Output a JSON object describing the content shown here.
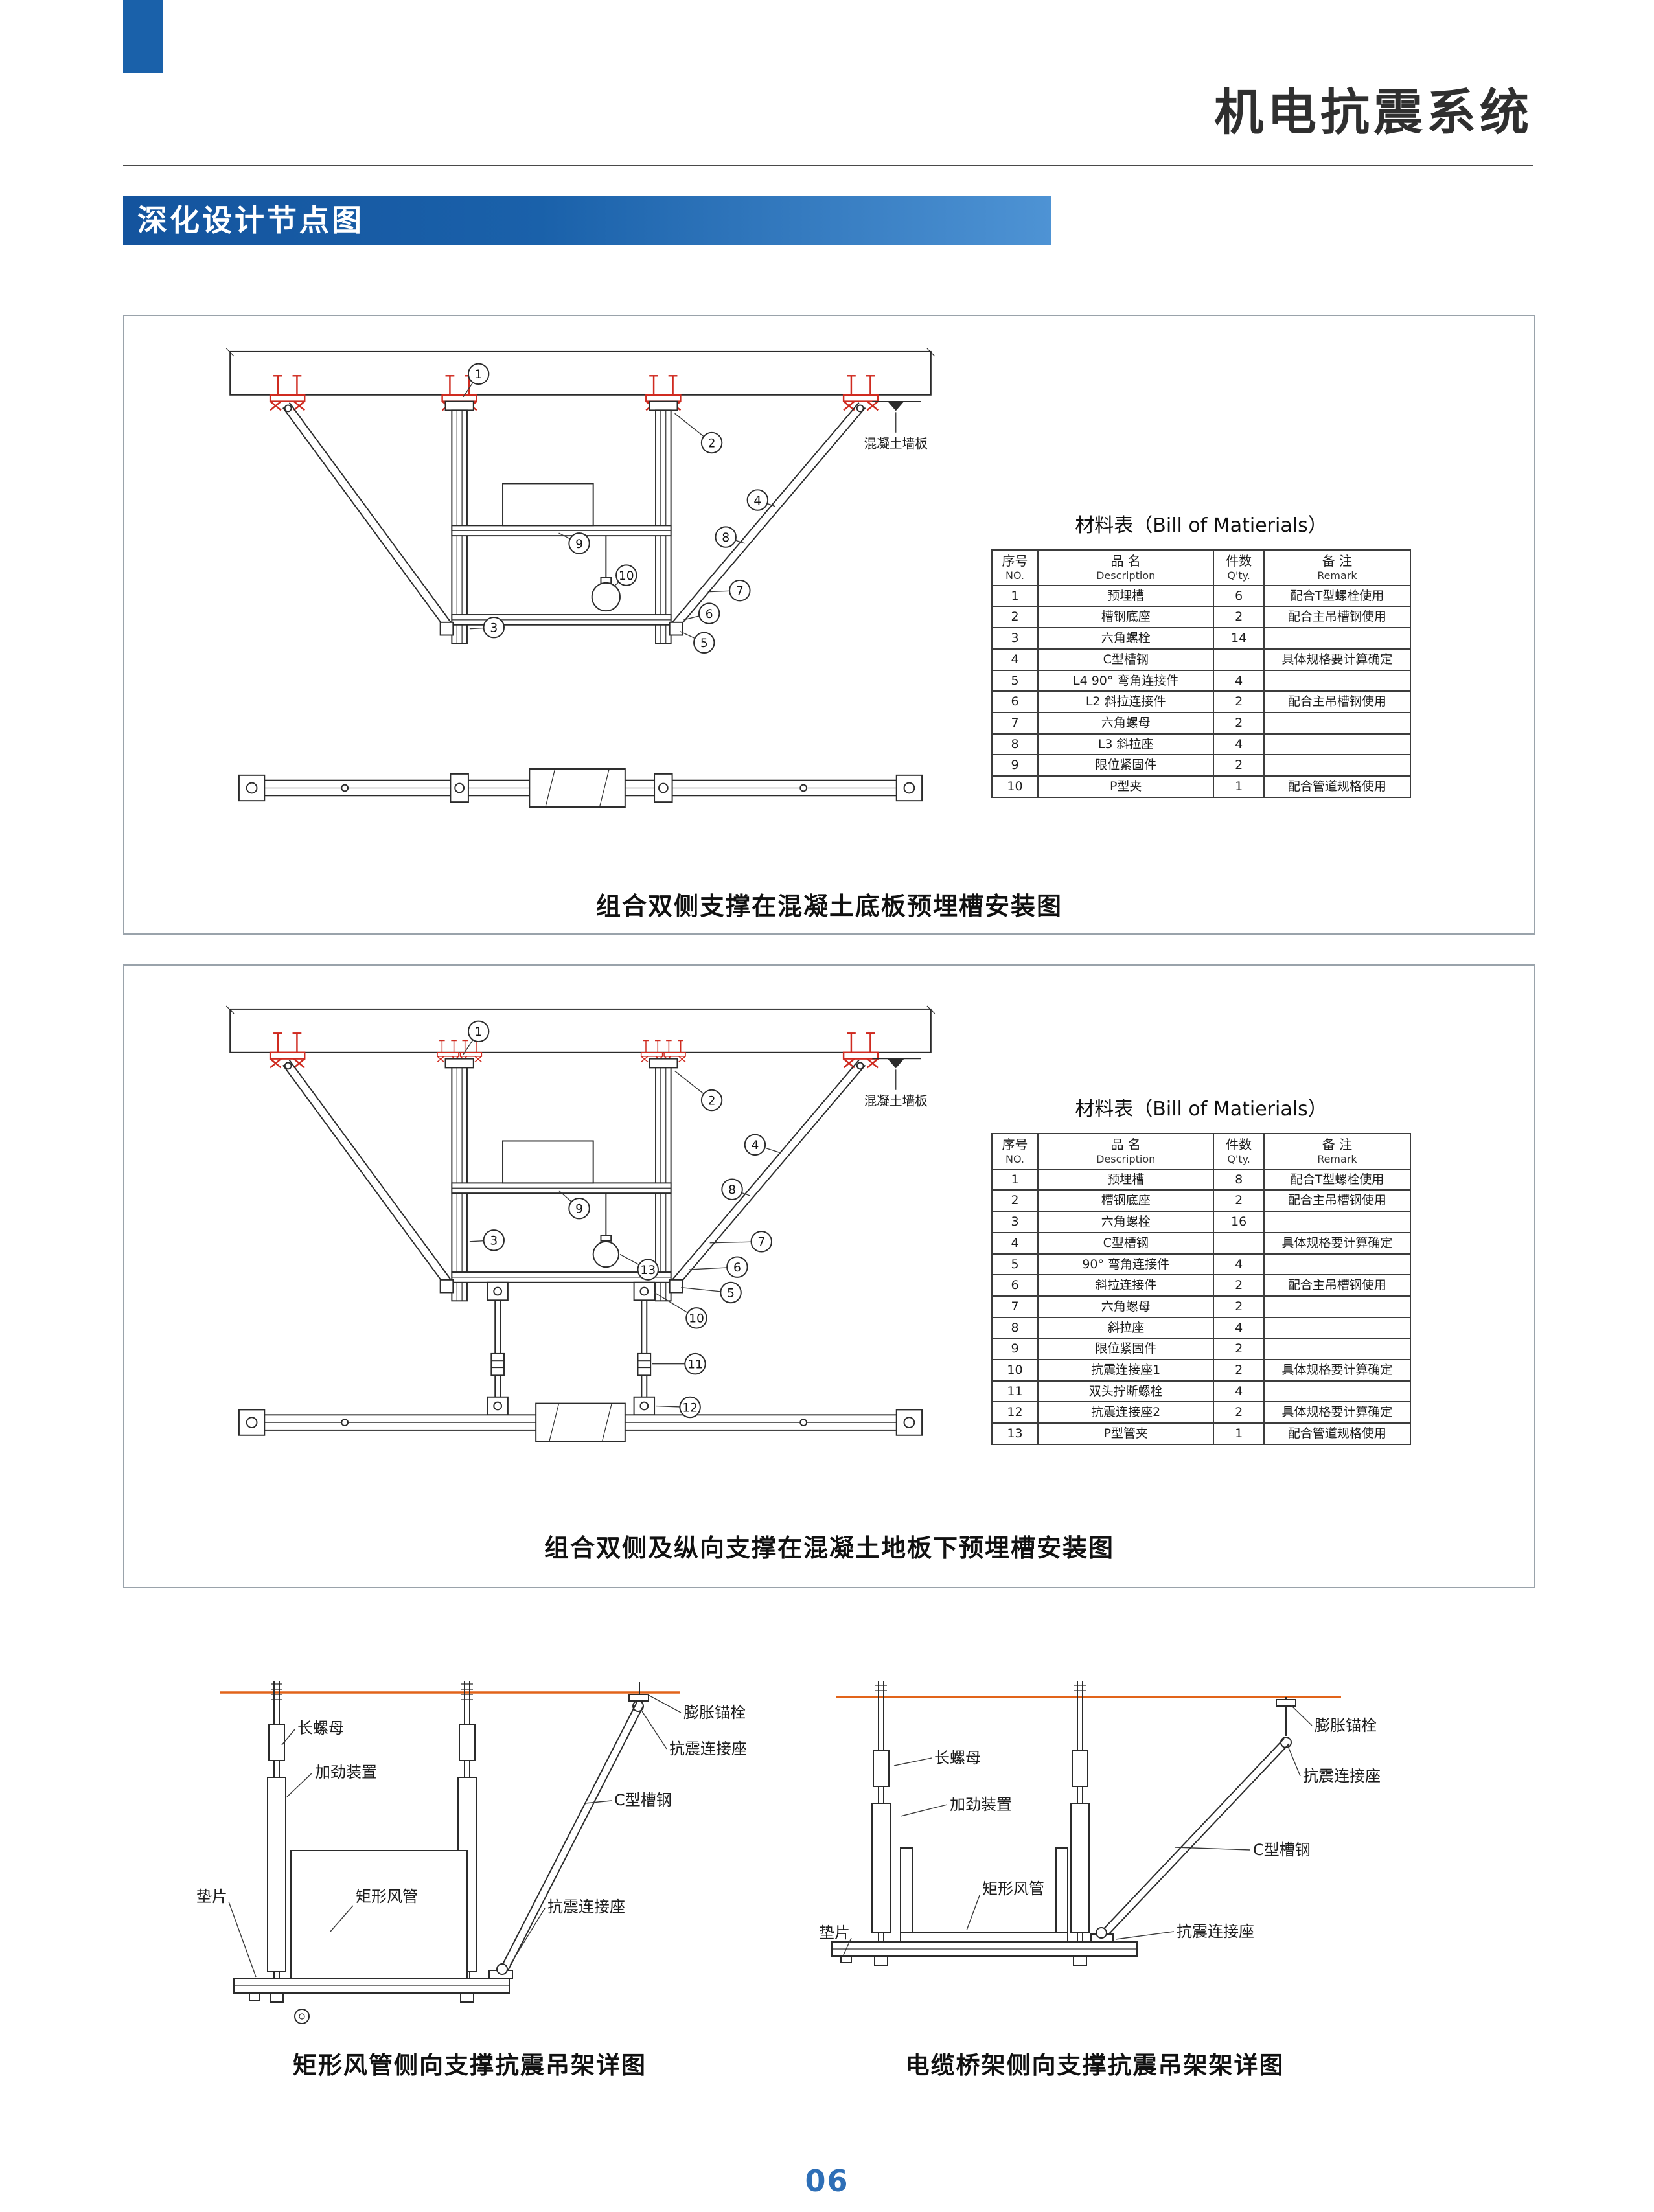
{
  "header": {
    "title": "机电抗震系统",
    "section_title": "深化设计节点图",
    "accent_color": "#1a61aa"
  },
  "bom_headers": {
    "col1_zh": "序号",
    "col1_en": "NO.",
    "col2_zh": "品 名",
    "col2_en": "Description",
    "col3_zh": "件数",
    "col3_en": "Q'ty.",
    "col4_zh": "备 注",
    "col4_en": "Remark"
  },
  "panel1": {
    "bom_title": "材料表（Bill of Matierials）",
    "rows": [
      [
        "1",
        "预埋槽",
        "6",
        "配合T型螺栓使用"
      ],
      [
        "2",
        "槽钢底座",
        "2",
        "配合主吊槽钢使用"
      ],
      [
        "3",
        "六角螺栓",
        "14",
        ""
      ],
      [
        "4",
        "C型槽钢",
        "",
        "具体规格要计算确定"
      ],
      [
        "5",
        "L4 90° 弯角连接件",
        "4",
        ""
      ],
      [
        "6",
        "L2 斜拉连接件",
        "2",
        "配合主吊槽钢使用"
      ],
      [
        "7",
        "六角螺母",
        "2",
        ""
      ],
      [
        "8",
        "L3 斜拉座",
        "4",
        ""
      ],
      [
        "9",
        "限位紧固件",
        "2",
        ""
      ],
      [
        "10",
        "P型夹",
        "1",
        "配合管道规格使用"
      ]
    ],
    "caption": "组合双侧支撑在混凝土底板预埋槽安装图",
    "slab_label": "混凝土墙板",
    "callouts": [
      "1",
      "2",
      "3",
      "4",
      "5",
      "6",
      "7",
      "8",
      "9",
      "10"
    ]
  },
  "panel2": {
    "bom_title": "材料表（Bill of Matierials）",
    "rows": [
      [
        "1",
        "预埋槽",
        "8",
        "配合T型螺栓使用"
      ],
      [
        "2",
        "槽钢底座",
        "2",
        "配合主吊槽钢使用"
      ],
      [
        "3",
        "六角螺栓",
        "16",
        ""
      ],
      [
        "4",
        "C型槽钢",
        "",
        "具体规格要计算确定"
      ],
      [
        "5",
        "90° 弯角连接件",
        "4",
        ""
      ],
      [
        "6",
        "斜拉连接件",
        "2",
        "配合主吊槽钢使用"
      ],
      [
        "7",
        "六角螺母",
        "2",
        ""
      ],
      [
        "8",
        "斜拉座",
        "4",
        ""
      ],
      [
        "9",
        "限位紧固件",
        "2",
        ""
      ],
      [
        "10",
        "抗震连接座1",
        "2",
        "具体规格要计算确定"
      ],
      [
        "11",
        "双头拧断螺栓",
        "4",
        ""
      ],
      [
        "12",
        "抗震连接座2",
        "2",
        "具体规格要计算确定"
      ],
      [
        "13",
        "P型管夹",
        "1",
        "配合管道规格使用"
      ]
    ],
    "caption": "组合双侧及纵向支撑在混凝土地板下预埋槽安装图",
    "slab_label": "混凝土墙板",
    "callouts": [
      "1",
      "2",
      "3",
      "4",
      "5",
      "6",
      "7",
      "8",
      "9",
      "10",
      "11",
      "12",
      "13"
    ]
  },
  "details": {
    "left": {
      "caption": "矩形风管侧向支撑抗震吊架详图",
      "labels": {
        "long_nut": "长螺母",
        "stiffener": "加劲装置",
        "washer": "垫片",
        "duct": "矩形风管",
        "anchor": "膨胀锚栓",
        "connector_top": "抗震连接座",
        "c_channel": "C型槽钢",
        "connector_bottom": "抗震连接座"
      }
    },
    "right": {
      "caption": "电缆桥架侧向支撑抗震吊架架详图",
      "labels": {
        "long_nut": "长螺母",
        "stiffener": "加劲装置",
        "washer": "垫片",
        "duct": "矩形风管",
        "anchor": "膨胀锚栓",
        "connector_top": "抗震连接座",
        "c_channel": "C型槽钢",
        "connector_bottom": "抗震连接座"
      }
    }
  },
  "footer": {
    "page_number": "06"
  }
}
